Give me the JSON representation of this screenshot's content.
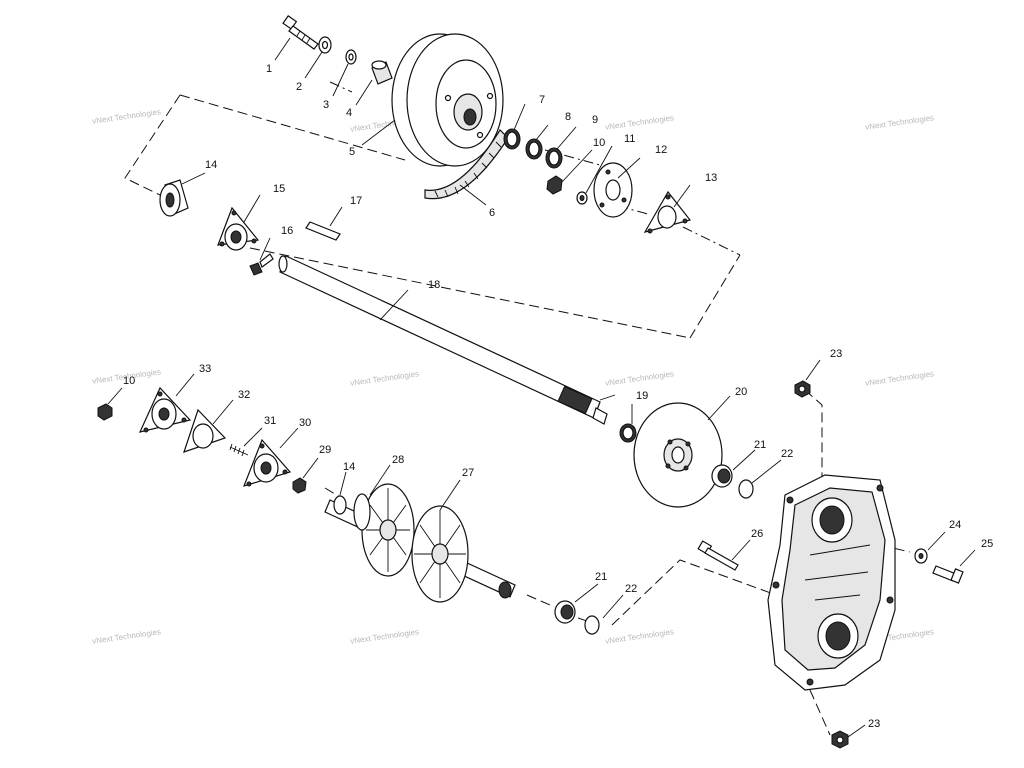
{
  "watermark": {
    "text": "vNext Technologies"
  },
  "callouts": {
    "c1": "1",
    "c2": "2",
    "c3": "3",
    "c4": "4",
    "c5": "5",
    "c6": "6",
    "c7": "7",
    "c8": "8",
    "c9": "9",
    "c10a": "10",
    "c10b": "10",
    "c11": "11",
    "c12": "12",
    "c13": "13",
    "c14a": "14",
    "c14b": "14",
    "c15": "15",
    "c16": "16",
    "c17": "17",
    "c18": "18",
    "c19": "19",
    "c20": "20",
    "c21a": "21",
    "c21b": "21",
    "c22a": "22",
    "c22b": "22",
    "c23a": "23",
    "c23b": "23",
    "c24": "24",
    "c25": "25",
    "c26": "26",
    "c27": "27",
    "c28": "28",
    "c29": "29",
    "c30": "30",
    "c31": "31",
    "c32": "32",
    "c33": "33"
  }
}
